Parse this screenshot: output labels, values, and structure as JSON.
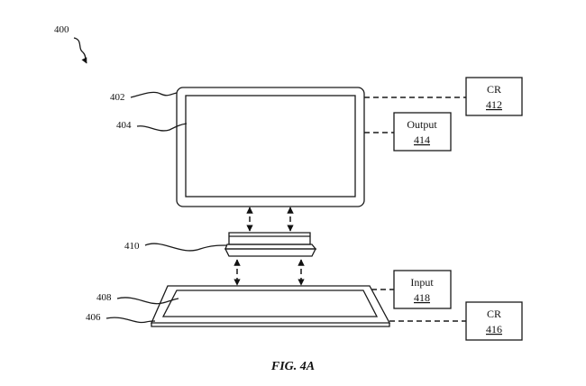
{
  "figure": {
    "number": "400",
    "caption": "FIG. 4A"
  },
  "ref_labels": {
    "display_outer": "402",
    "display_inner": "404",
    "connector": "410",
    "tablet_inner": "408",
    "tablet_outer": "406"
  },
  "boxes": {
    "cr_top": {
      "title": "CR",
      "ref": "412"
    },
    "output": {
      "title": "Output",
      "ref": "414"
    },
    "input": {
      "title": "Input",
      "ref": "418"
    },
    "cr_bottom": {
      "title": "CR",
      "ref": "416"
    }
  }
}
